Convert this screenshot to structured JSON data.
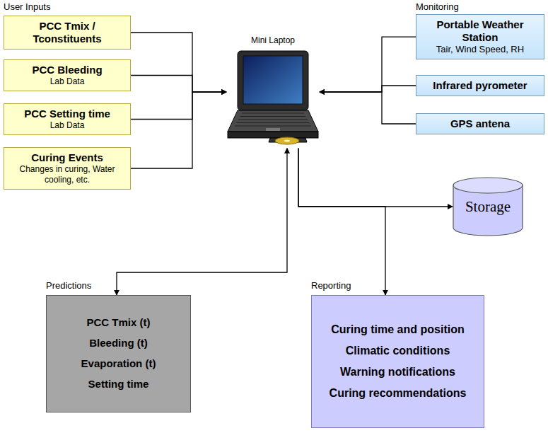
{
  "diagram": {
    "nodes": [
      {
        "text": [
          "PCC Tmix / Tconstituents"
        ]
      },
      {
        "text": [
          "PCC Bleeding",
          "Lab Data"
        ]
      },
      {
        "text": [
          "PCC Setting time",
          "Lab Data"
        ]
      },
      {
        "text": [
          "Curing Events",
          "Changes in curing, Water cooling, etc."
        ]
      },
      {
        "text": [
          "Mini Laptop"
        ]
      },
      {
        "text": [
          "Portable Weather Station",
          "Tair, Wind Speed, RH"
        ]
      },
      {
        "text": [
          "Infrared pyrometer"
        ]
      },
      {
        "text": [
          "GPS antena"
        ]
      },
      {
        "text": [
          "Storage"
        ]
      },
      {
        "text": [
          "Predictions",
          "PCC Tmix (t)",
          "Bleeding (t)",
          "Evaporation (t)",
          "Setting time"
        ]
      },
      {
        "text": [
          "Reporting",
          "Curing time and position",
          "Climatic conditions",
          "Warning notifications",
          "Curing recommendations"
        ]
      }
    ],
    "edges": [
      {
        "from": 0,
        "to": 4,
        "arrow": "to"
      },
      {
        "from": 1,
        "to": 4,
        "arrow": "to"
      },
      {
        "from": 2,
        "to": 4,
        "arrow": "to"
      },
      {
        "from": 3,
        "to": 4,
        "arrow": "to"
      },
      {
        "from": 5,
        "to": 4,
        "arrow": "to"
      },
      {
        "from": 6,
        "to": 4,
        "arrow": "to"
      },
      {
        "from": 7,
        "to": 4,
        "arrow": "to"
      },
      {
        "from": 4,
        "to": 9,
        "arrow": "both"
      },
      {
        "from": 4,
        "to": 10,
        "arrow": "to"
      },
      {
        "from": 4,
        "to": 8,
        "arrow": "to"
      }
    ],
    "labels": [
      "User Inputs",
      "Monitoring"
    ]
  }
}
